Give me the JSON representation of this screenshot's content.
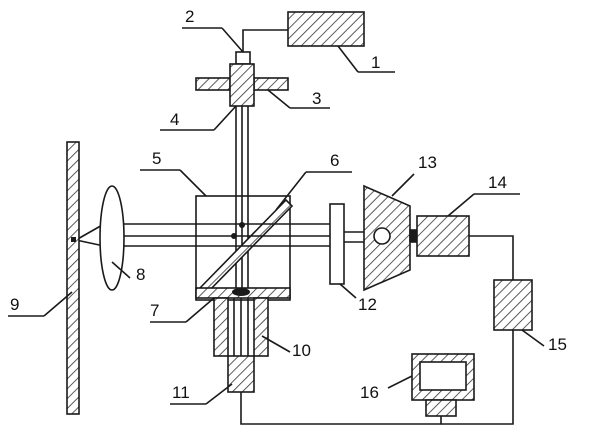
{
  "diagram": {
    "labels": {
      "l1": "1",
      "l2": "2",
      "l3": "3",
      "l4": "4",
      "l5": "5",
      "l6": "6",
      "l7": "7",
      "l8": "8",
      "l9": "9",
      "l10": "10",
      "l11": "11",
      "l12": "12",
      "l13": "13",
      "l14": "14",
      "l15": "15",
      "l16": "16"
    },
    "colors": {
      "line": "#1a1a1a",
      "hatch": "#333333",
      "background": "#ffffff"
    }
  }
}
